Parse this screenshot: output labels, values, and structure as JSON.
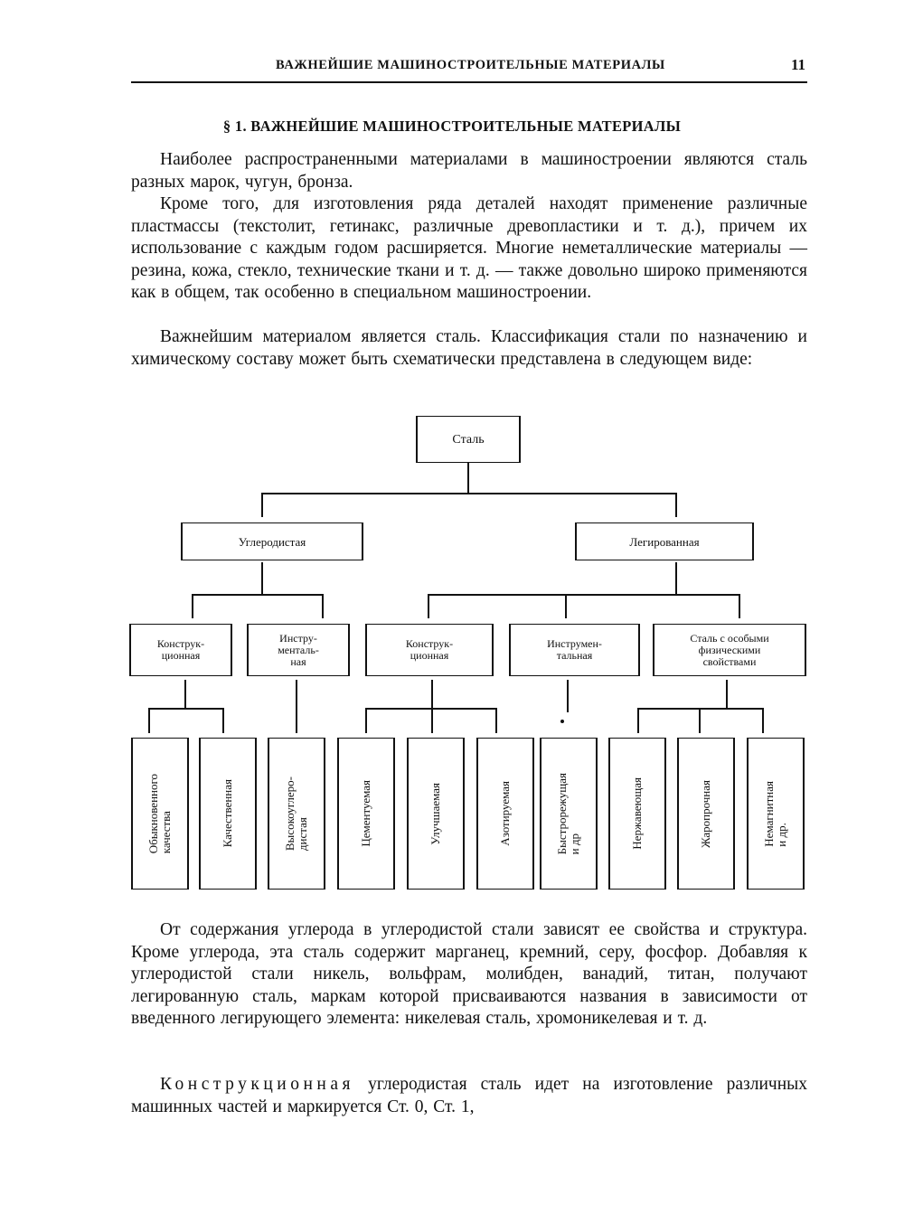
{
  "header": {
    "running_title": "ВАЖНЕЙШИЕ МАШИНОСТРОИТЕЛЬНЫЕ МАТЕРИАЛЫ",
    "page_number": "11"
  },
  "section_heading": "§ 1. ВАЖНЕЙШИЕ МАШИНОСТРОИТЕЛЬНЫЕ МАТЕРИАЛЫ",
  "paragraphs": {
    "p1": "Наиболее распространенными материалами в машиностроении являются сталь разных марок, чугун, бронза.",
    "p2": "Кроме того, для изготовления ряда деталей находят применение различные пластмассы (текстолит, гетинакс, различные древопла­стики и т. д.), причем их использование с каждым годом расширяется. Многие неметаллические материалы — резина, кожа, стекло, техни­ческие ткани и т. д. — также довольно широко применяются как в общем, так особенно в специальном машиностроении.",
    "p3": "Важнейшим материалом является сталь. Классификация стали по назначению и химическому составу может быть схематически представлена в следующем виде:",
    "p4": "От содержания углерода в углеродистой стали зависят ее свой­ства и структура. Кроме углерода, эта сталь содержит марганец, кремний, серу, фосфор. Добавляя к углеродистой стали никель, вольфрам, молибден, ванадий, титан, получают легированную сталь, маркам которой присваиваются названия в зависимости от введенного легирующего элемента: никелевая сталь, хромо­никелевая и т. д.",
    "p5_spaced": "Конструкционная",
    "p5_rest": " углеродистая сталь идет на изго­товление различных машинных частей и маркируется Ст. 0, Ст. 1,"
  },
  "diagram": {
    "root": "Сталь",
    "level1": {
      "carbon": "Углеродистая",
      "alloy": "Легированная"
    },
    "level2": {
      "carbon_structural": [
        "Конструк-",
        "ционная"
      ],
      "carbon_tool": [
        "Инстру-",
        "менталь-",
        "ная"
      ],
      "alloy_structural": [
        "Конструк-",
        "ционная"
      ],
      "alloy_tool": [
        "Инструмен-",
        "тальная"
      ],
      "alloy_special": [
        "Сталь с особыми",
        "физическими",
        "свойствами"
      ]
    },
    "level3": [
      [
        "Обыкновенного",
        "качества"
      ],
      [
        "Качественная"
      ],
      [
        "Высокоуглеро-",
        "дистая"
      ],
      [
        "Цементуемая"
      ],
      [
        "Улучшаемая"
      ],
      [
        "Азотируемая"
      ],
      [
        "Быстрорежущая",
        "и др"
      ],
      [
        "Нержавеющая"
      ],
      [
        "Жаропрочная"
      ],
      [
        "Немагнитная",
        "и др."
      ]
    ]
  }
}
